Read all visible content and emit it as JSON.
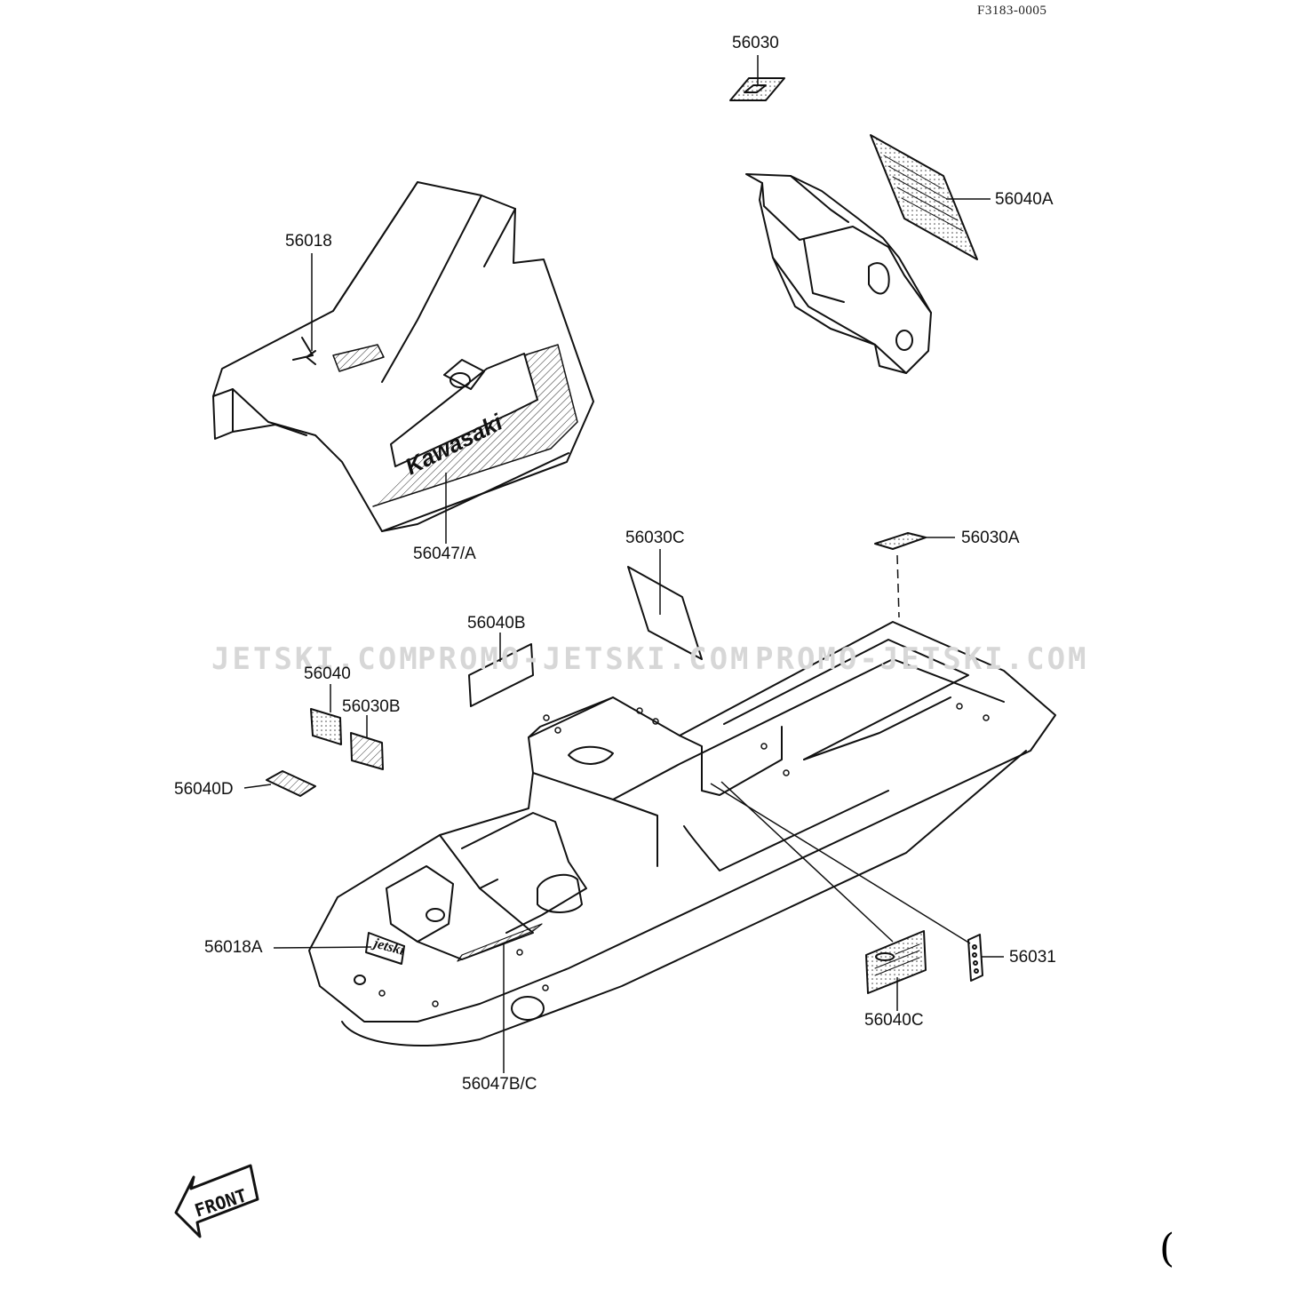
{
  "figure_code": "F3183-0005",
  "watermarks": [
    "JETSKI.COM",
    "PROMO-JETSKI.COM",
    "PROMO-JETSKI.COM"
  ],
  "callouts": {
    "c56030": "56030",
    "c56040A": "56040A",
    "c56018": "56018",
    "c56047A": "56047/A",
    "c56030C": "56030C",
    "c56030A": "56030A",
    "c56040B": "56040B",
    "c56040": "56040",
    "c56030B": "56030B",
    "c56040D": "56040D",
    "c56018A": "56018A",
    "c56031": "56031",
    "c56040C": "56040C",
    "c56047BC": "56047B/C"
  },
  "art_text": {
    "kawasaki_logo": "Kawasaki",
    "jetski_logo": "jetski",
    "front_arrow": "FRONT"
  },
  "trailing_mark": "("
}
